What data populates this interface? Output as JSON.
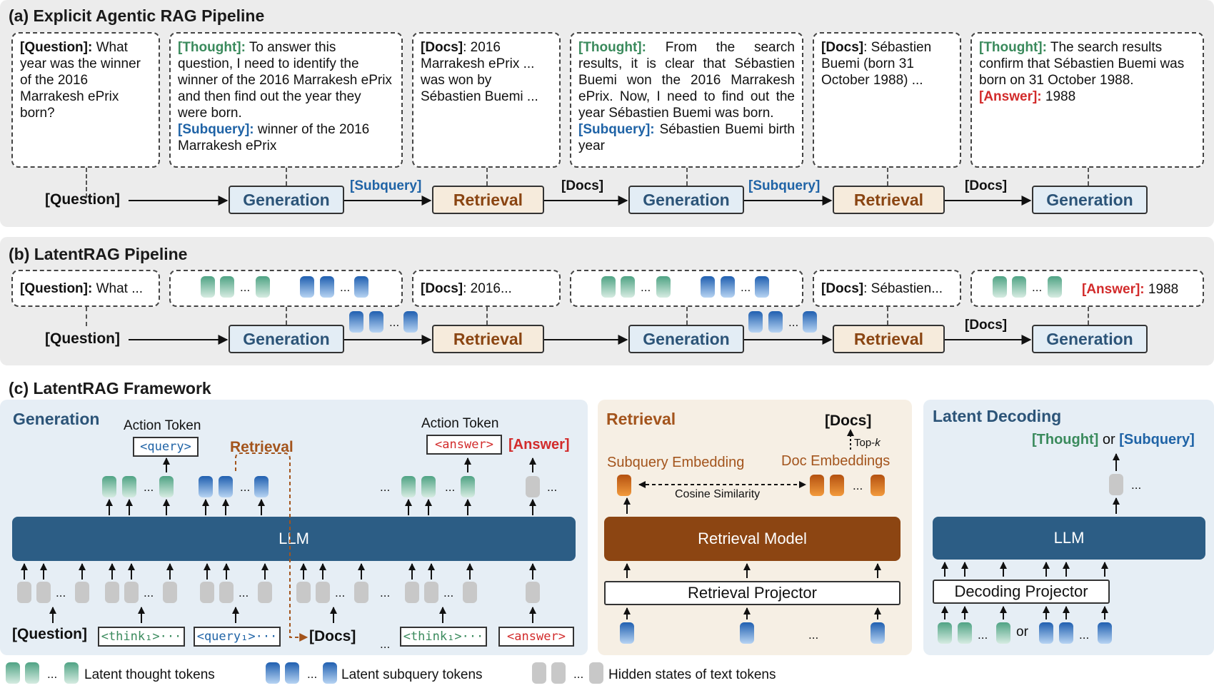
{
  "panel_a": {
    "title": "(a) Explicit Agentic RAG Pipeline",
    "boxes": [
      {
        "parts": [
          {
            "t": "[Question]:",
            "c": "k"
          },
          {
            "t": " What year was the winner of the 2016 Marrakesh ePrix born?",
            "c": ""
          }
        ]
      },
      {
        "parts": [
          {
            "t": "[Thought]:",
            "c": "g"
          },
          {
            "t": " To answer this question, I need to identify the winner of the 2016 Marrakesh ePrix and then find out the year they were born.",
            "c": ""
          },
          {
            "br": true
          },
          {
            "t": "[Subquery]:",
            "c": "b"
          },
          {
            "t": " winner of the 2016 Marrakesh ePrix",
            "c": ""
          }
        ]
      },
      {
        "parts": [
          {
            "t": "[Docs]",
            "c": "k"
          },
          {
            "t": ": 2016 Marrakesh ePrix ... was won by Sébastien Buemi ...",
            "c": ""
          }
        ]
      },
      {
        "parts": [
          {
            "t": "[Thought]:",
            "c": "g"
          },
          {
            "t": " From the search results, it is clear that Sébastien Buemi won the 2016 Marrakesh ePrix. Now, I need to find out the year Sébastien Buemi was born.",
            "c": ""
          },
          {
            "br": true
          },
          {
            "t": "[Subquery]:",
            "c": "b"
          },
          {
            "t": " Sébastien Buemi birth year",
            "c": ""
          }
        ]
      },
      {
        "parts": [
          {
            "t": "[Docs]",
            "c": "k"
          },
          {
            "t": ": Sébastien Buemi (born 31 October 1988) ...",
            "c": ""
          }
        ]
      },
      {
        "parts": [
          {
            "t": "[Thought]:",
            "c": "g"
          },
          {
            "t": " The search results confirm that Sébastien Buemi was born on 31 October 1988.",
            "c": ""
          },
          {
            "br": true
          },
          {
            "t": "[Answer]:",
            "c": "r"
          },
          {
            "t": " 1988",
            "c": ""
          }
        ]
      }
    ],
    "question_label": "[Question]",
    "nodes": [
      "Generation",
      "Retrieval",
      "Generation",
      "Retrieval",
      "Generation"
    ],
    "edge_labels": [
      "[Subquery]",
      "[Docs]",
      "[Subquery]",
      "[Docs]"
    ]
  },
  "panel_b": {
    "title": "(b) LatentRAG Pipeline",
    "question_box": {
      "label": "[Question]:",
      "text": " What ..."
    },
    "docs_box_1": {
      "label": "[Docs]",
      "text": ": 2016..."
    },
    "docs_box_2": {
      "label": "[Docs]",
      "text": ": Sébastien..."
    },
    "answer": {
      "label": "[Answer]:",
      "text": " 1988"
    },
    "question_label": "[Question]",
    "nodes": [
      "Generation",
      "Retrieval",
      "Generation",
      "Retrieval",
      "Generation"
    ],
    "edge_label_docs": "[Docs]",
    "ellipsis": "..."
  },
  "panel_c": {
    "title": "(c) LatentRAG Framework",
    "generation": {
      "title": "Generation",
      "action_token_1": "Action Token",
      "action_token_2": "Action Token",
      "query_token": "<query>",
      "answer_token": "<answer>",
      "answer_label": "[Answer]",
      "retrieval_label": "Retrieval",
      "llm": "LLM",
      "question": "[Question]",
      "docs": "[Docs]",
      "think_input_1": "<think₁>···",
      "query_input": "<query₁>···",
      "think_input_2": "<think₁>···",
      "answer_input": "<answer>"
    },
    "retrieval": {
      "title": "Retrieval",
      "docs": "[Docs]",
      "topk": "Top-k",
      "subquery_embedding": "Subquery Embedding",
      "doc_embeddings": "Doc Embeddings",
      "cosine": "Cosine Similarity",
      "model": "Retrieval Model",
      "projector": "Retrieval Projector"
    },
    "latent_decoding": {
      "title": "Latent Decoding",
      "out_thought": "[Thought]",
      "out_or": " or ",
      "out_subquery": "[Subquery]",
      "llm": "LLM",
      "projector": "Decoding Projector",
      "or": "or"
    }
  },
  "legend": {
    "thought": "Latent thought tokens",
    "subquery": "Latent subquery tokens",
    "hidden": "Hidden states of text tokens"
  },
  "colors": {
    "thought_green": "#3a8a5c",
    "subquery_blue": "#1f63a6",
    "answer_red": "#d22b2b",
    "generation_node": "#e3edf5",
    "retrieval_node": "#f6ebdc",
    "llm_bar": "#2c5d85",
    "retrieval_bar": "#8c4512"
  }
}
